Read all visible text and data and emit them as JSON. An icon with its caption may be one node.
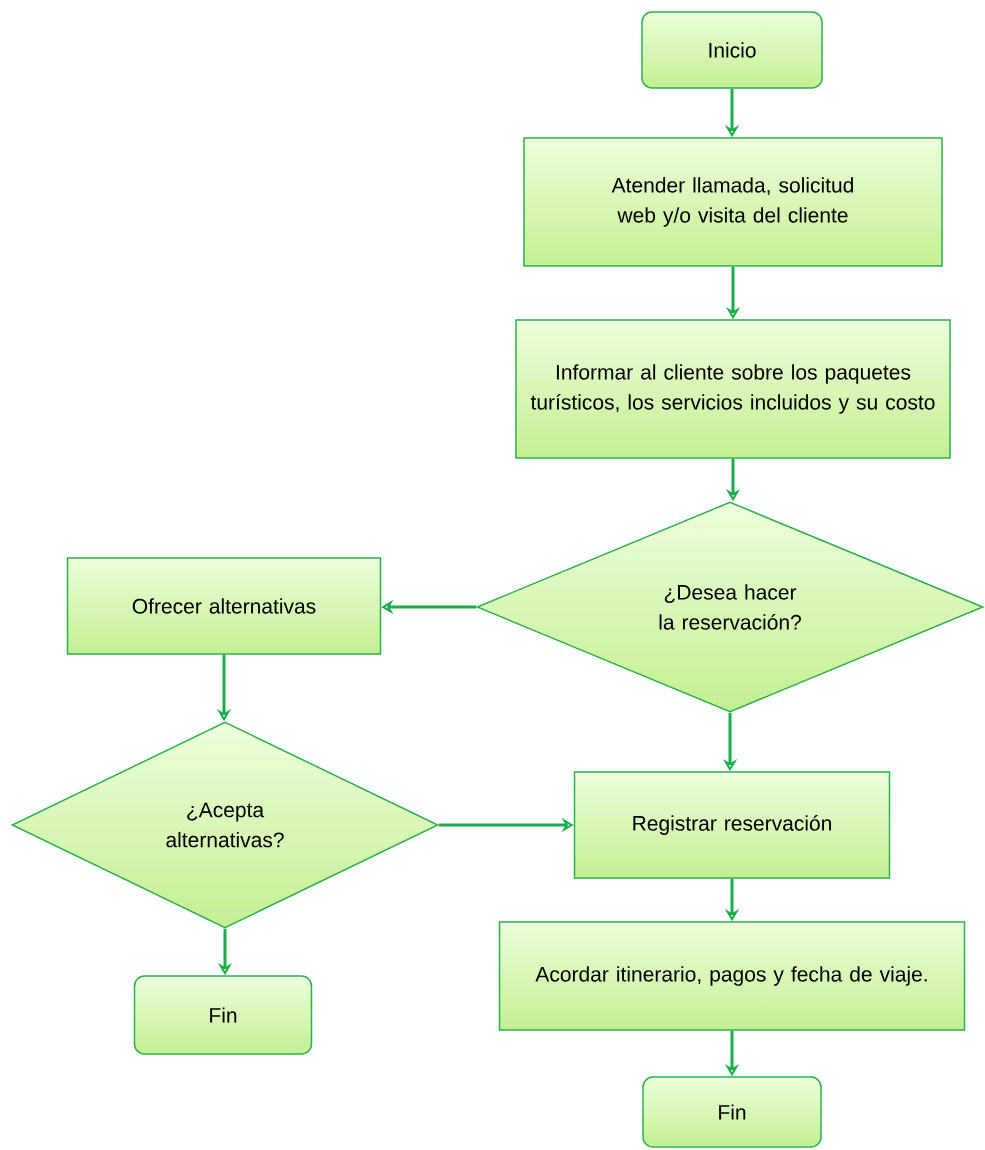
{
  "diagram": {
    "nodes": [
      {
        "text": [
          "Inicio"
        ]
      },
      {
        "text": [
          "Atender llamada, solicitud web y/o visita del cliente"
        ]
      },
      {
        "text": [
          "Informar al cliente sobre los paquetes turísticos, los servicios incluidos y su costo"
        ]
      },
      {
        "text": [
          "¿Desea hacer la reservación?"
        ]
      },
      {
        "text": [
          "Ofrecer alternativas"
        ]
      },
      {
        "text": [
          "¿Acepta alternativas?"
        ]
      },
      {
        "text": [
          "Registrar reservación"
        ]
      },
      {
        "text": [
          "Fin"
        ]
      },
      {
        "text": [
          "Acordar itinerario, pagos y fecha de viaje."
        ]
      },
      {
        "text": [
          "Fin"
        ]
      }
    ],
    "edges": [
      {
        "from": 0,
        "to": 1,
        "arrow": "to"
      },
      {
        "from": 1,
        "to": 2,
        "arrow": "to"
      },
      {
        "from": 2,
        "to": 3,
        "arrow": "to"
      },
      {
        "from": 3,
        "to": 4,
        "arrow": "to"
      },
      {
        "from": 3,
        "to": 6,
        "arrow": "to"
      },
      {
        "from": 4,
        "to": 5,
        "arrow": "to"
      },
      {
        "from": 5,
        "to": 7,
        "arrow": "to"
      },
      {
        "from": 5,
        "to": 6,
        "arrow": "to"
      },
      {
        "from": 6,
        "to": 8,
        "arrow": "to"
      },
      {
        "from": 8,
        "to": 9,
        "arrow": "to"
      }
    ]
  }
}
